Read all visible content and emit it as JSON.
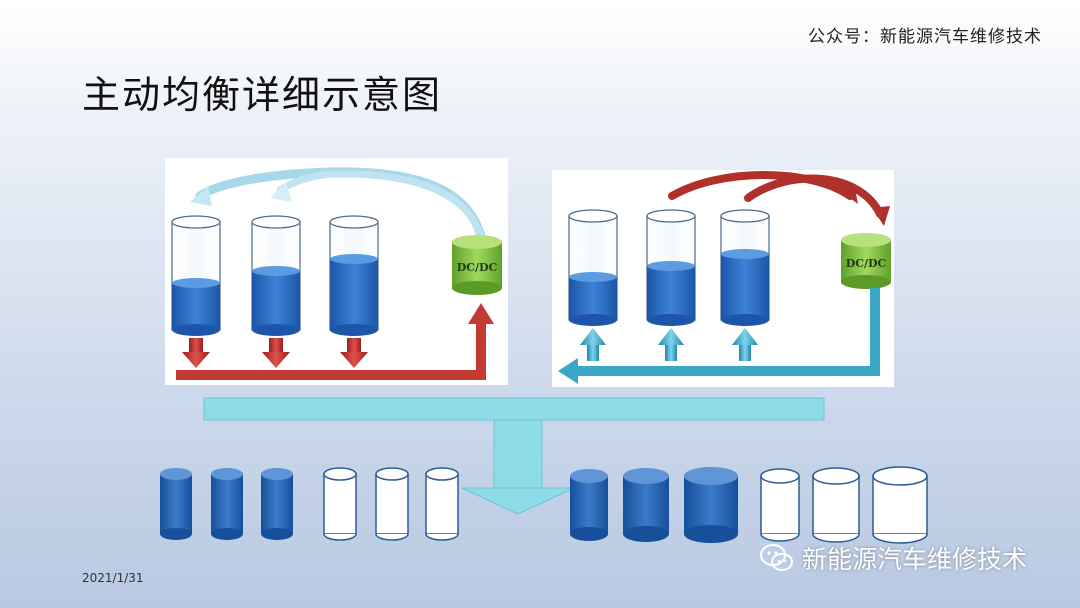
{
  "header": {
    "watermark": "公众号：新能源汽车维修技术",
    "title": "主动均衡详细示意图"
  },
  "footer": {
    "date": "2021/1/31",
    "watermark": "新能源汽车维修技术"
  },
  "panels": [
    {
      "id": "discharge",
      "converter_label": "DC/DC",
      "cell_levels": [
        0.45,
        0.55,
        0.65
      ]
    },
    {
      "id": "charge",
      "converter_label": "DC/DC",
      "cell_levels": [
        0.45,
        0.55,
        0.65
      ]
    }
  ],
  "colors": {
    "cell_fill": "#1f5fb5",
    "converter": "#7cc03a",
    "discharge_arrow": "#c0302b",
    "charge_arrow": "#39a9c9",
    "bus": "#8fdce9"
  },
  "icons": [
    "wechat-icon",
    "dc-dc-converter-icon",
    "battery-cell-icon"
  ]
}
